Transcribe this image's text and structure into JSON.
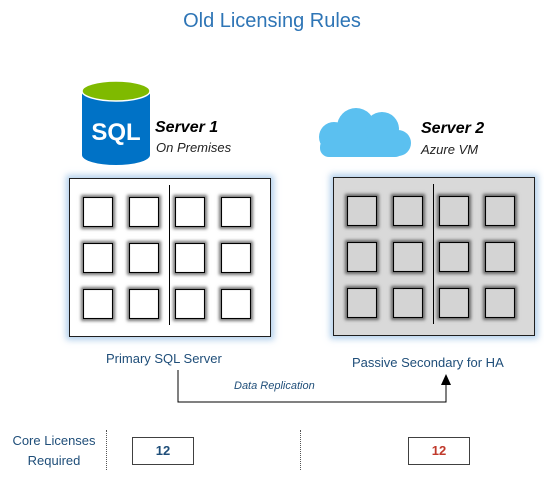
{
  "title": "Old Licensing Rules",
  "server1": {
    "name": "Server 1",
    "location": "On Premises",
    "icon_text": "SQL",
    "role": "Primary SQL Server",
    "core_count": 12
  },
  "server2": {
    "name": "Server 2",
    "location": "Azure VM",
    "role": "Passive Secondary for HA",
    "core_count": 12
  },
  "replication_label": "Data Replication",
  "licenses": {
    "label_line1": "Core Licenses",
    "label_line2": "Required",
    "server1_value": "12",
    "server2_value": "12"
  },
  "colors": {
    "title": "#2e75b6",
    "caption": "#1f4e79",
    "server1_value": "#1f4e79",
    "server2_value": "#c0392b",
    "sql_icon": "#0072c6",
    "cloud": "#5bc0f0"
  }
}
